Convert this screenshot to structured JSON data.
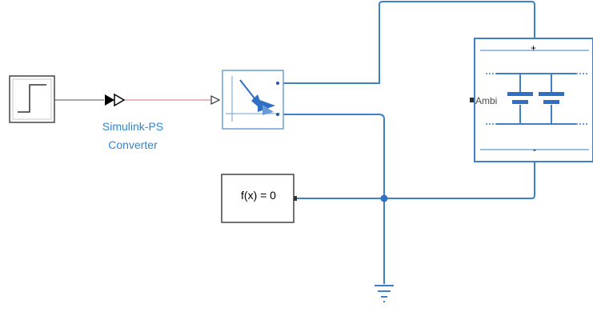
{
  "diagram": {
    "converter_label_line1": "Simulink-PS",
    "converter_label_line2": "Converter",
    "solver_block_text": "f(x) = 0",
    "battery_plus_port": "+",
    "battery_minus_port": "-",
    "ambient_port_label": "Ambi"
  },
  "colors": {
    "wire": "#3d7fc9",
    "signal_wire": "#e3a3a3",
    "block_border": "#2d6fb5",
    "label_blue": "#2f86d6",
    "block_fill": "#ffffff",
    "port_dot": "#2255b0"
  },
  "icons": [
    "step-source-icon",
    "converter-arrow-icon",
    "source-arrow-icon",
    "capacitor-icon",
    "ground-icon"
  ]
}
